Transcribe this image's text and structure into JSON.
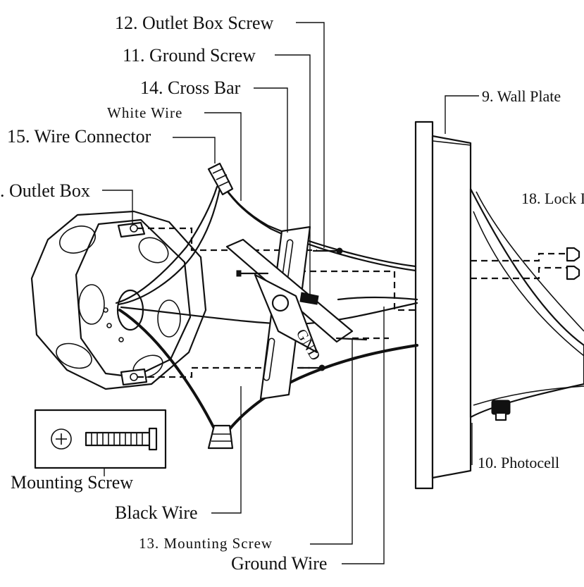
{
  "labels": {
    "outlet_box_screw": "12. Outlet Box Screw",
    "ground_screw": "11. Ground Screw",
    "cross_bar": "14. Cross Bar",
    "white_wire": "White Wire",
    "wire_connector": "15. Wire Connector",
    "outlet_box": ". Outlet Box",
    "wall_plate": "9. Wall Plate",
    "lock": "18. Lock I",
    "photocell": "10. Photocell",
    "mounting_screw_legend": "Mounting Screw",
    "black_wire": "Black Wire",
    "mounting_screw": "13. Mounting Screw",
    "ground_wire": "Ground Wire"
  },
  "cross_bar_marking": "GND"
}
